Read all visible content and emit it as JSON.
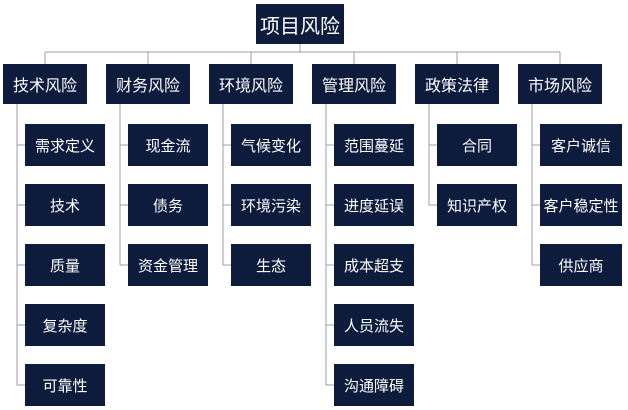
{
  "colors": {
    "node_bg": "#0d1b3d",
    "node_text": "#ffffff",
    "connector": "#9aa0aa"
  },
  "root": {
    "label": "项目风险"
  },
  "categories": [
    {
      "label": "技术风险",
      "items": [
        "需求定义",
        "技术",
        "质量",
        "复杂度",
        "可靠性"
      ]
    },
    {
      "label": "财务风险",
      "items": [
        "现金流",
        "债务",
        "资金管理"
      ]
    },
    {
      "label": "环境风险",
      "items": [
        "气候变化",
        "环境污染",
        "生态"
      ]
    },
    {
      "label": "管理风险",
      "items": [
        "范围蔓延",
        "进度延误",
        "成本超支",
        "人员流失",
        "沟通障碍"
      ]
    },
    {
      "label": "政策法律",
      "items": [
        "合同",
        "知识产权"
      ]
    },
    {
      "label": "市场风险",
      "items": [
        "客户诚信",
        "客户稳定性",
        "供应商"
      ]
    }
  ]
}
